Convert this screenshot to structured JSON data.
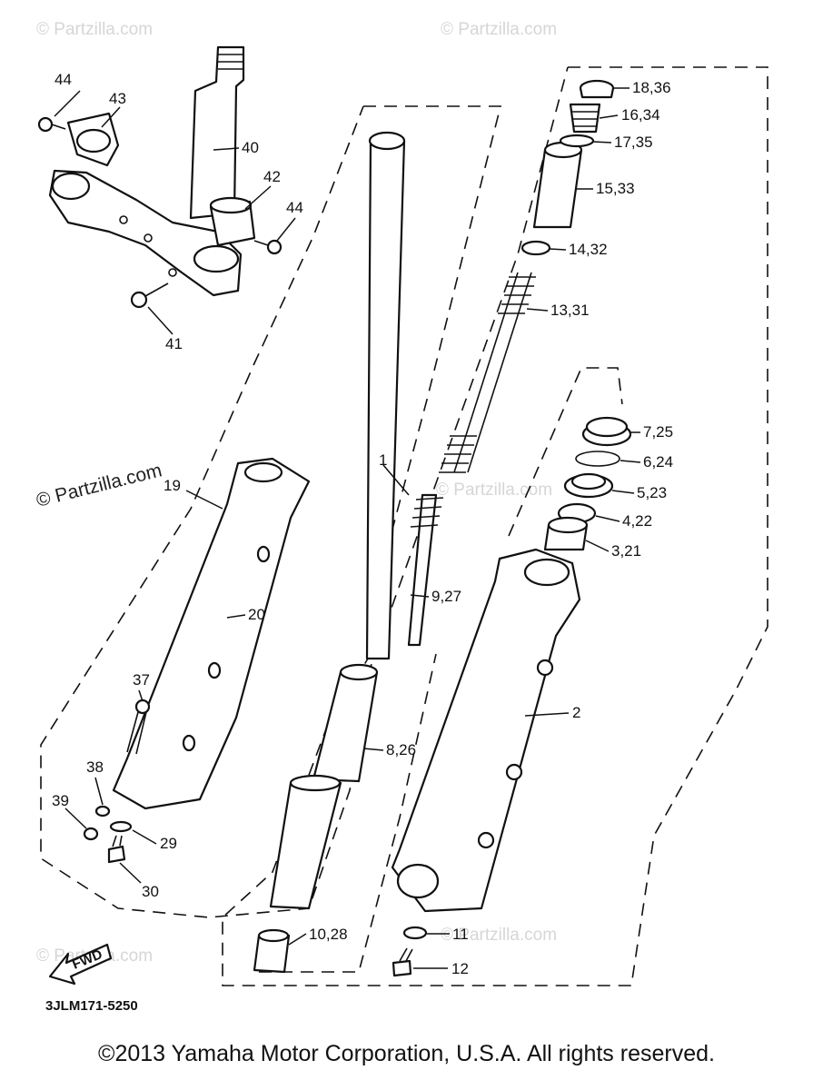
{
  "diagram": {
    "code": "3JLM171-5250",
    "fwd_label": "FWD",
    "watermark": "© Partzilla.com",
    "labels": {
      "p1": "1",
      "p2": "2",
      "p3": "3,21",
      "p4": "4,22",
      "p5": "5,23",
      "p6": "6,24",
      "p7": "7,25",
      "p8": "8,26",
      "p9": "9,27",
      "p10": "10,28",
      "p11": "11",
      "p12": "12",
      "p13": "13,31",
      "p14": "14,32",
      "p15": "15,33",
      "p16": "16,34",
      "p17": "17,35",
      "p18": "18,36",
      "p19": "19",
      "p20": "20",
      "p29": "29",
      "p30": "30",
      "p37": "37",
      "p38": "38",
      "p39": "39",
      "p40": "40",
      "p41": "41",
      "p42": "42",
      "p43": "43",
      "p44a": "44",
      "p44b": "44"
    }
  },
  "footer": {
    "copyright": "©2013 Yamaha Motor Corporation, U.S.A. All rights reserved."
  }
}
